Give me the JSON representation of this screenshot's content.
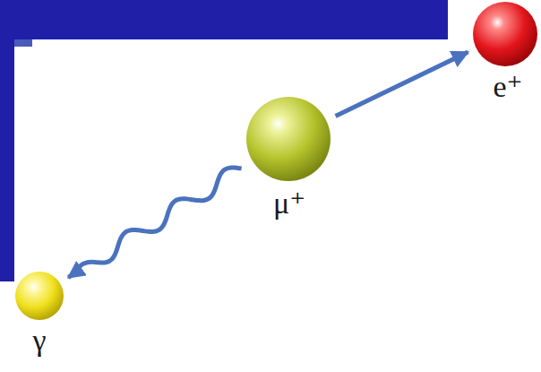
{
  "diagram": {
    "nodes": [
      {
        "text": [
          "e⁺"
        ]
      },
      {
        "text": [
          "μ⁺"
        ]
      },
      {
        "text": [
          "γ"
        ]
      }
    ],
    "edges": [
      {
        "from": 1,
        "to": 0,
        "arrow": "to"
      },
      {
        "from": 1,
        "to": 2,
        "arrow": "to"
      }
    ]
  }
}
